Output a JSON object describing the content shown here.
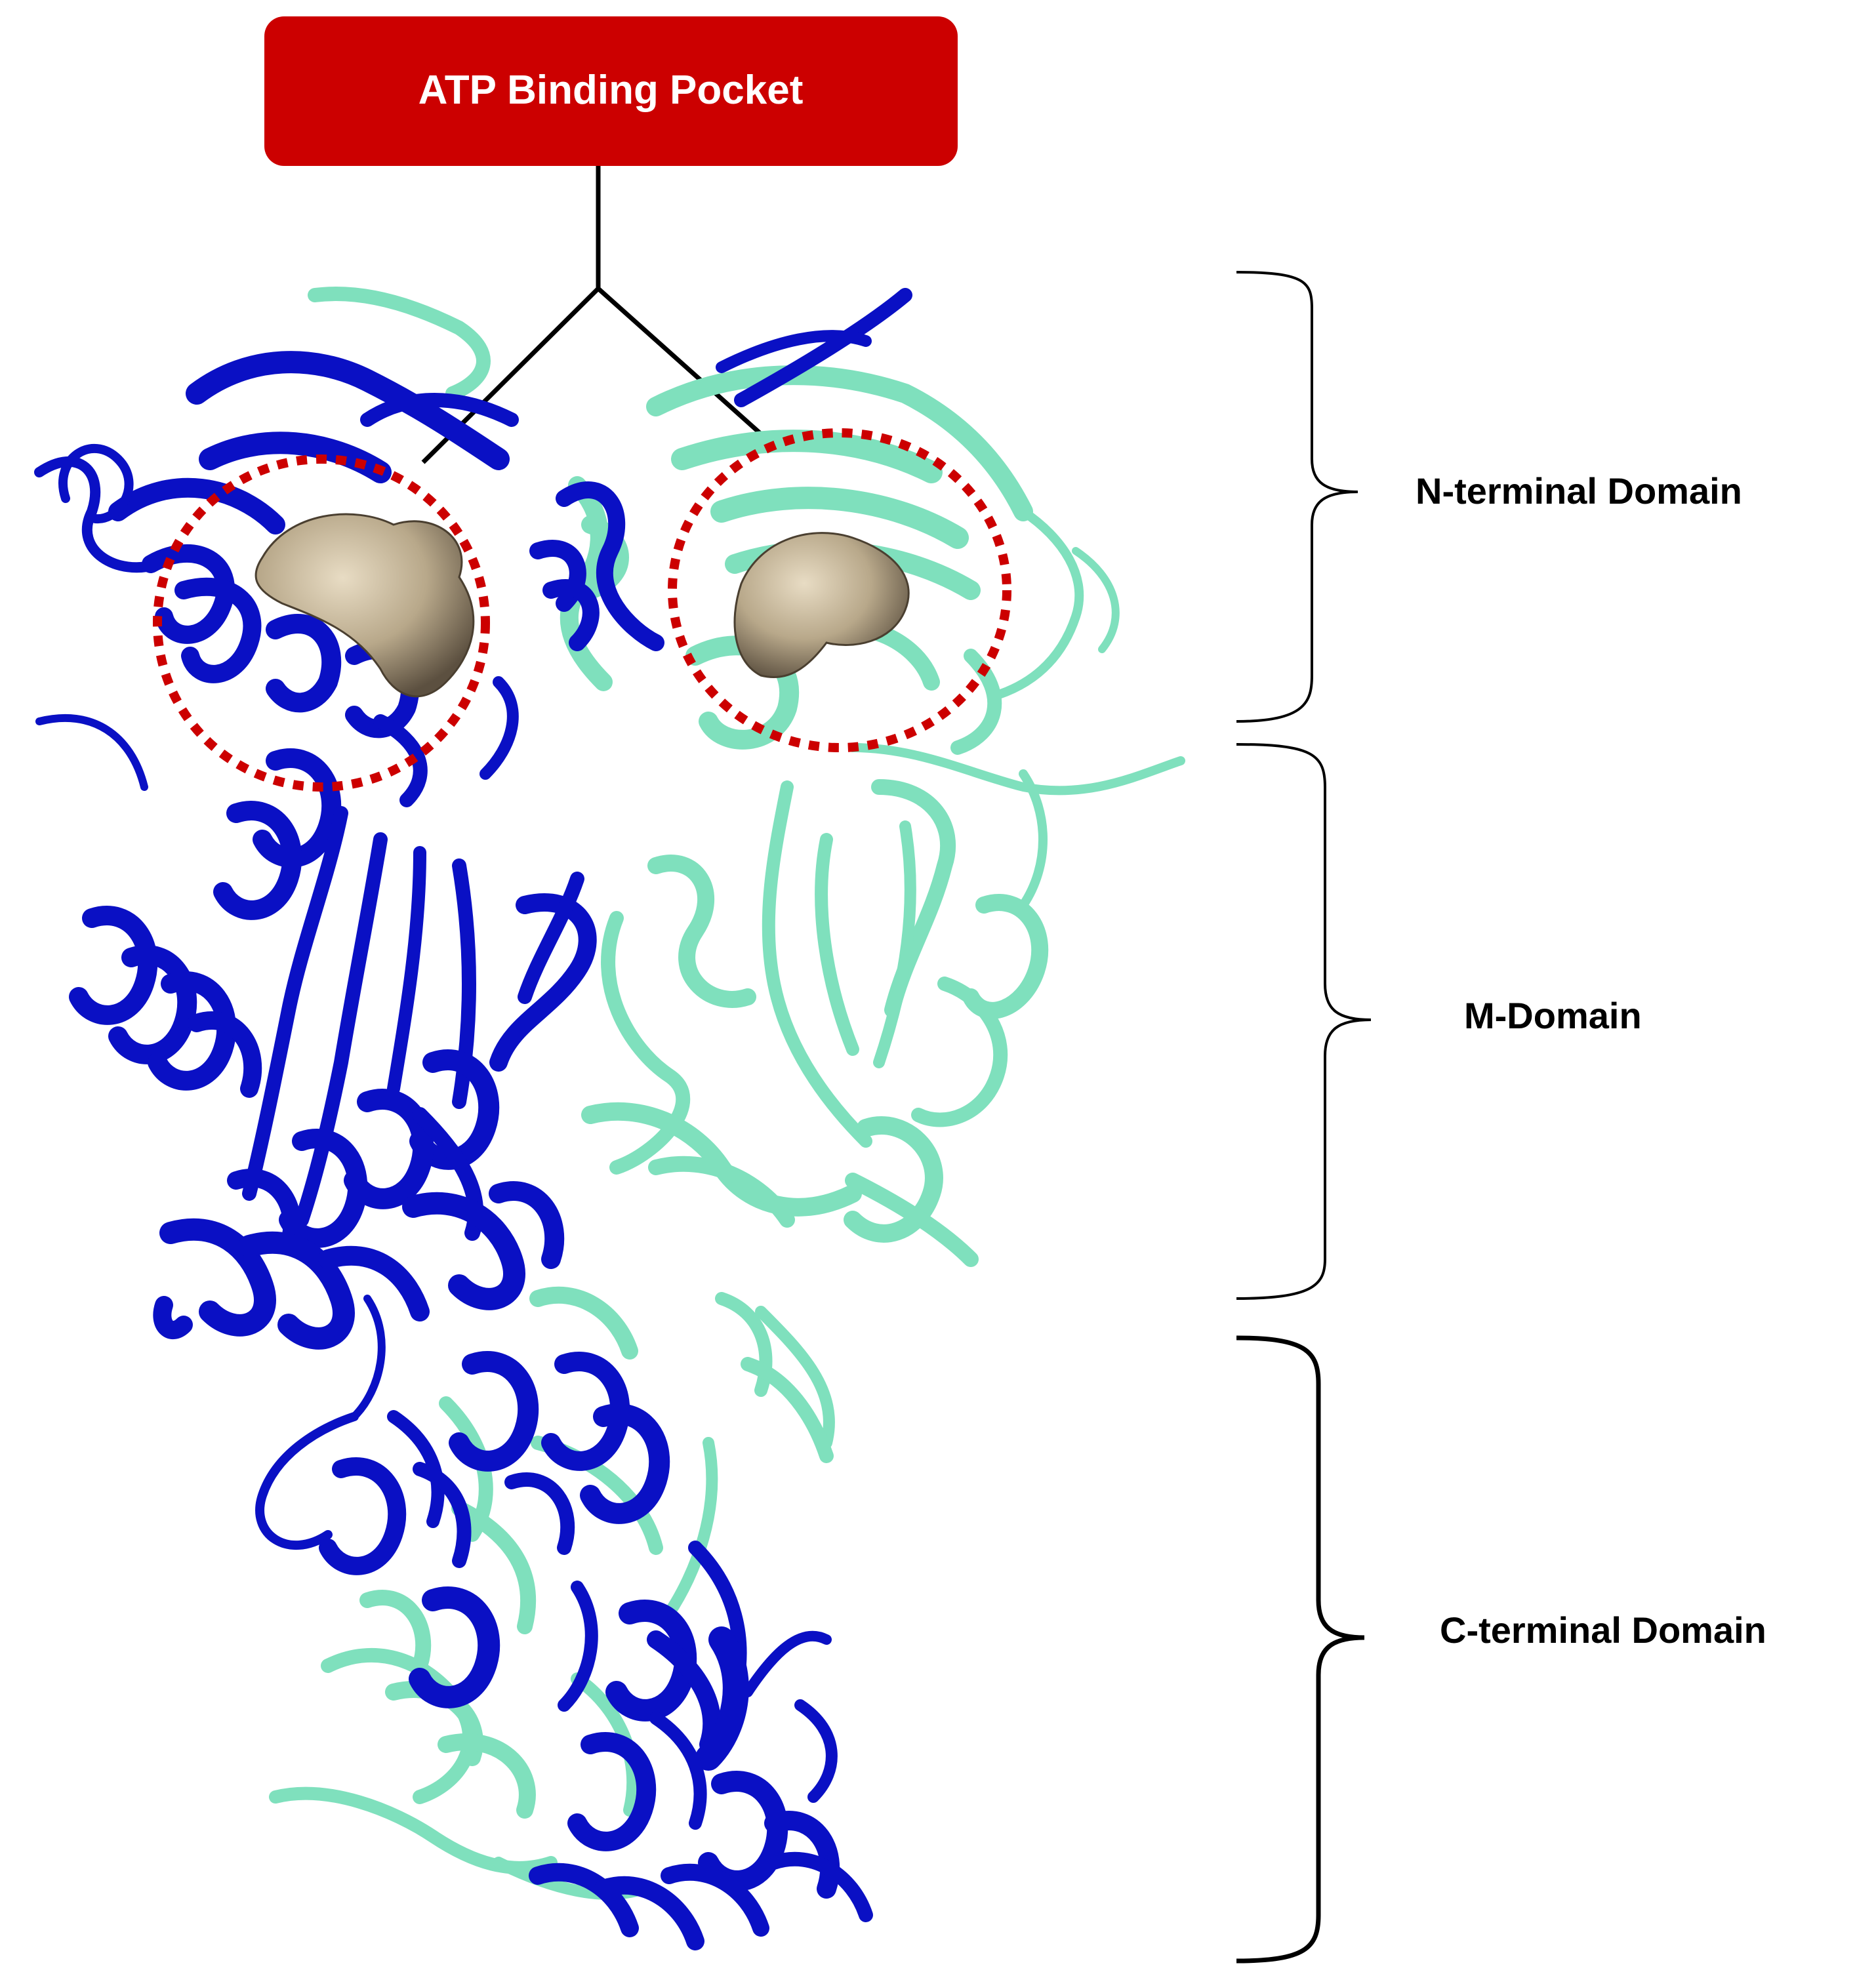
{
  "callout": {
    "label": "ATP Binding Pocket",
    "fill_color": "#cc0000",
    "text_color": "#ffffff"
  },
  "domains": [
    {
      "label": "N-terminal Domain"
    },
    {
      "label": "M-Domain"
    },
    {
      "label": "C-terminal Domain"
    }
  ],
  "colors": {
    "chain_a": "#0a10c4",
    "chain_b": "#7fe0bd",
    "pocket_surface": "#b8a88a",
    "pocket_outline": "#cc0000",
    "bracket": "#000000"
  }
}
